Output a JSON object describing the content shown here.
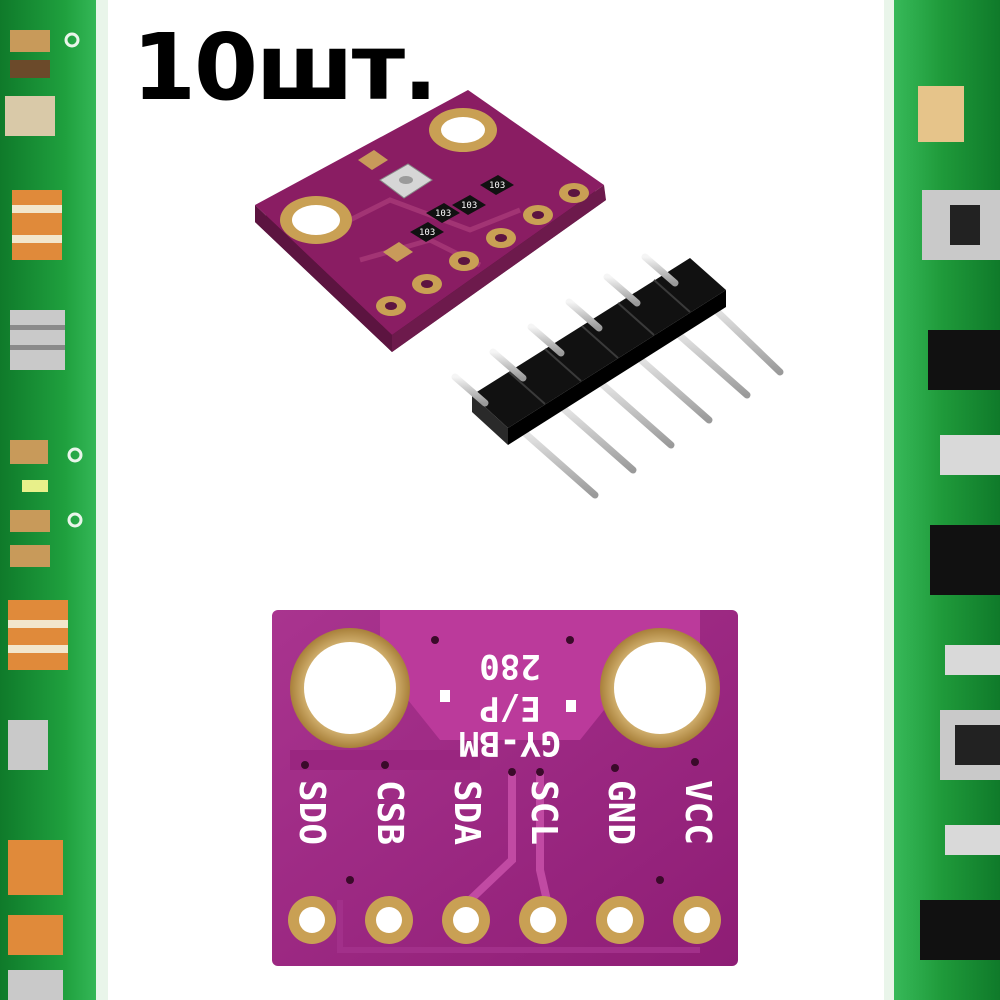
{
  "banner": {
    "quantity": "10шт."
  },
  "board_back": {
    "model_line1": "GY-BM",
    "model_line2": "E/P",
    "model_line3": "280",
    "pins": [
      {
        "label": "SDO"
      },
      {
        "label": "CSB"
      },
      {
        "label": "SDA"
      },
      {
        "label": "SCL"
      },
      {
        "label": "GND"
      },
      {
        "label": "VCC"
      }
    ]
  },
  "board_front": {
    "resistor_marks": [
      "103",
      "103",
      "103",
      "103"
    ]
  },
  "colors": {
    "pcb_purple": "#8a1d63",
    "pcb_magenta": "#b02a8f",
    "copper_gold": "#c9a054",
    "side_pcb_green": "#1f9a3a",
    "header_black": "#111111",
    "pin_silver": "#d8d8d8"
  }
}
